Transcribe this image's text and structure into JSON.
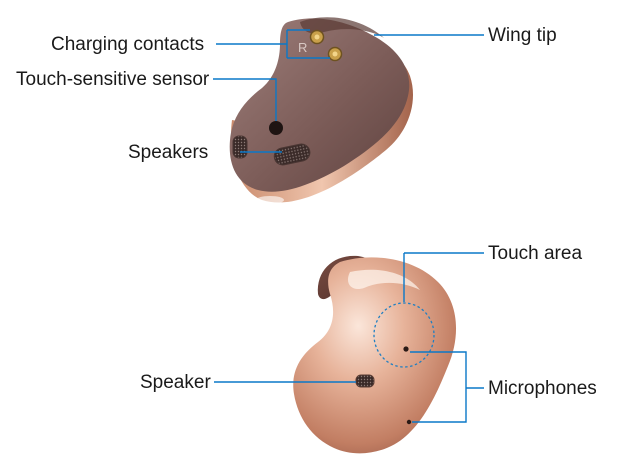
{
  "labels": {
    "charging_contacts": "Charging contacts",
    "touch_sensitive_sensor": "Touch-sensitive sensor",
    "speakers": "Speakers",
    "wing_tip": "Wing tip",
    "touch_area": "Touch area",
    "speaker": "Speaker",
    "microphones": "Microphones"
  },
  "contact_marking": "R",
  "colors": {
    "leader_line": "#0a78c8",
    "label_text": "#1a1a1a",
    "bronze_light": "#e9b9a3",
    "bronze_dark": "#7d4a3c",
    "inner_shell": "#8b6a66"
  }
}
